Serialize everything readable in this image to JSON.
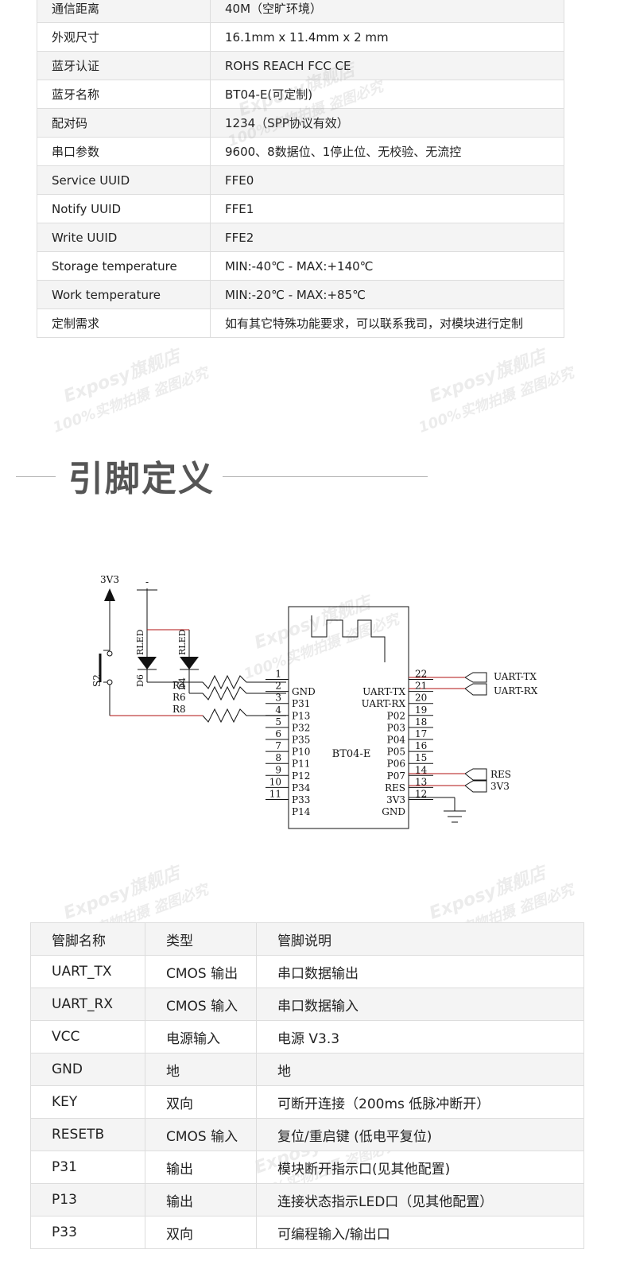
{
  "specs": [
    {
      "key": "通信距离",
      "value": "40M（空旷环境）"
    },
    {
      "key": "外观尺寸",
      "value": "16.1mm x 11.4mm x 2 mm"
    },
    {
      "key": "蓝牙认证",
      "value": "ROHS REACH FCC CE"
    },
    {
      "key": "蓝牙名称",
      "value": "BT04-E(可定制)"
    },
    {
      "key": "配对码",
      "value": "1234（SPP协议有效）"
    },
    {
      "key": "串口参数",
      "value": "9600、8数据位、1停止位、无校验、无流控"
    },
    {
      "key": "Service UUID",
      "value": "FFE0"
    },
    {
      "key": "Notify UUID",
      "value": "FFE1"
    },
    {
      "key": "Write UUID",
      "value": "FFE2"
    },
    {
      "key": "Storage temperature",
      "value": "MIN:-40℃ - MAX:+140℃"
    },
    {
      "key": "Work temperature",
      "value": "MIN:-20℃ - MAX:+85℃"
    },
    {
      "key": "定制需求",
      "value": "如有其它特殊功能要求，可以联系我司，对模块进行定制"
    }
  ],
  "watermark": {
    "line1": "Exposy旗舰店",
    "line2": "100%实物拍摄 盗图必究"
  },
  "section_title": "引脚定义",
  "schematic": {
    "chip_label": "BT04-E",
    "power_label": "3V3",
    "gnd_label": "-",
    "switch_label": "S2",
    "leds": [
      {
        "ref": "D6",
        "type": "RLED"
      },
      {
        "ref": "D4",
        "type": "RLED"
      }
    ],
    "resistors": [
      "R4",
      "R6",
      "R8"
    ],
    "left_pins": [
      {
        "num": "1",
        "name": ""
      },
      {
        "num": "2",
        "name": "GND"
      },
      {
        "num": "3",
        "name": "P31"
      },
      {
        "num": "4",
        "name": "P13"
      },
      {
        "num": "5",
        "name": "P32"
      },
      {
        "num": "6",
        "name": "P35"
      },
      {
        "num": "7",
        "name": "P10"
      },
      {
        "num": "8",
        "name": "P11"
      },
      {
        "num": "9",
        "name": "P12"
      },
      {
        "num": "10",
        "name": "P34"
      },
      {
        "num": "11",
        "name": "P33"
      },
      {
        "num": "",
        "name": "P14"
      }
    ],
    "right_pins": [
      {
        "num": "22",
        "name": ""
      },
      {
        "num": "21",
        "name": "UART-TX"
      },
      {
        "num": "20",
        "name": "UART-RX"
      },
      {
        "num": "19",
        "name": "P02"
      },
      {
        "num": "18",
        "name": "P03"
      },
      {
        "num": "17",
        "name": "P04"
      },
      {
        "num": "16",
        "name": "P05"
      },
      {
        "num": "15",
        "name": "P06"
      },
      {
        "num": "14",
        "name": "P07"
      },
      {
        "num": "13",
        "name": "RES"
      },
      {
        "num": "12",
        "name": "3V3"
      },
      {
        "num": "",
        "name": "GND"
      }
    ],
    "connectors": [
      "UART-TX",
      "UART-RX",
      "RES",
      "3V3"
    ]
  },
  "pin_table": {
    "headers": [
      "管脚名称",
      "类型",
      "管脚说明"
    ],
    "rows": [
      [
        "UART_TX",
        "CMOS 输出",
        "串口数据输出"
      ],
      [
        "UART_RX",
        "CMOS 输入",
        "串口数据输入"
      ],
      [
        "VCC",
        "电源输入",
        "电源 V3.3"
      ],
      [
        "GND",
        "地",
        "地"
      ],
      [
        "KEY",
        "双向",
        "可断开连接（200ms 低脉冲断开）"
      ],
      [
        "RESETB",
        "CMOS 输入",
        "复位/重启键 (低电平复位)"
      ],
      [
        "P31",
        "输出",
        "模块断开指示口(见其他配置)"
      ],
      [
        "P13",
        "输出",
        "连接状态指示LED口（见其他配置）"
      ],
      [
        "P33",
        "双向",
        "可编程输入/输出口"
      ]
    ]
  }
}
